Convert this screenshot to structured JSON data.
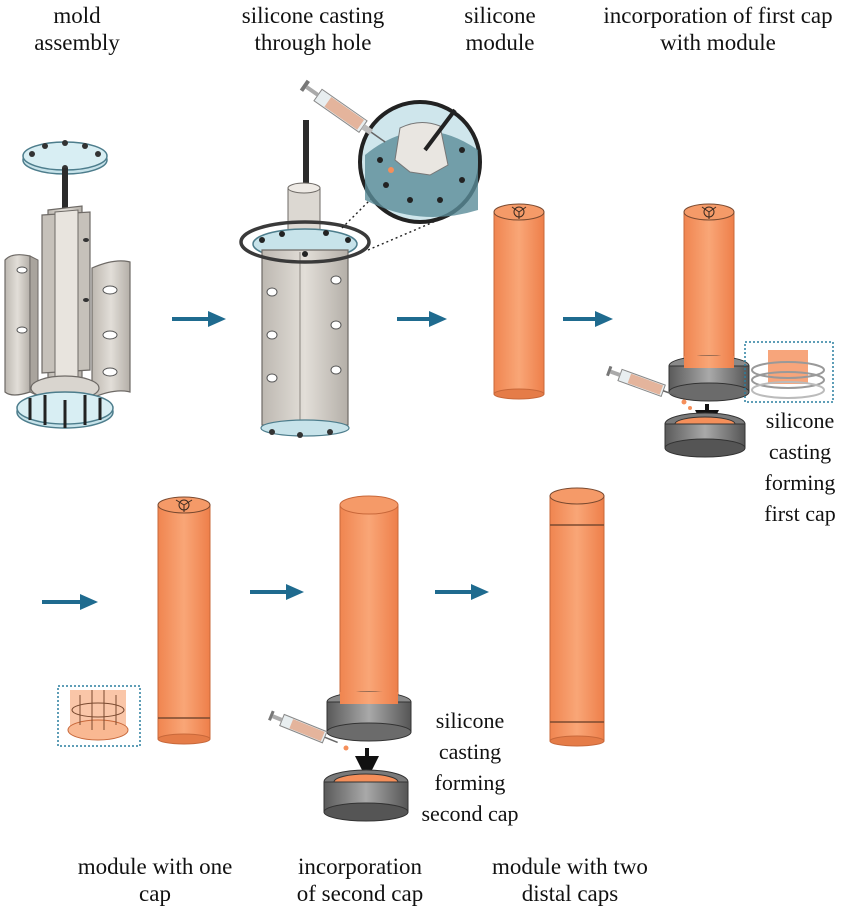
{
  "labels": {
    "mold_assembly": [
      "mold",
      "assembly"
    ],
    "silicone_casting": [
      "silicone casting",
      "through hole"
    ],
    "silicone_module": [
      "silicone",
      "module"
    ],
    "incorporation_first": [
      "incorporation of first cap",
      "with module"
    ],
    "first_cap_casting": [
      "silicone",
      "casting",
      "forming",
      "first cap"
    ],
    "second_cap_casting": [
      "silicone",
      "casting",
      "forming",
      "second cap"
    ],
    "module_one_cap": [
      "module with one",
      "cap"
    ],
    "incorporation_second": [
      "incorporation",
      "of second cap"
    ],
    "module_two_caps": [
      "module with two",
      "distal caps"
    ]
  },
  "colors": {
    "module": "#f58f5a",
    "module_edge": "#c8683a",
    "mold": "#cfcac3",
    "mold_edge": "#6e6a66",
    "cap_ring": "#6b6b6b",
    "acrylic": "#c7e3ea",
    "arrow": "#1f6b8f",
    "zoom_box": "#2a7f9f"
  }
}
